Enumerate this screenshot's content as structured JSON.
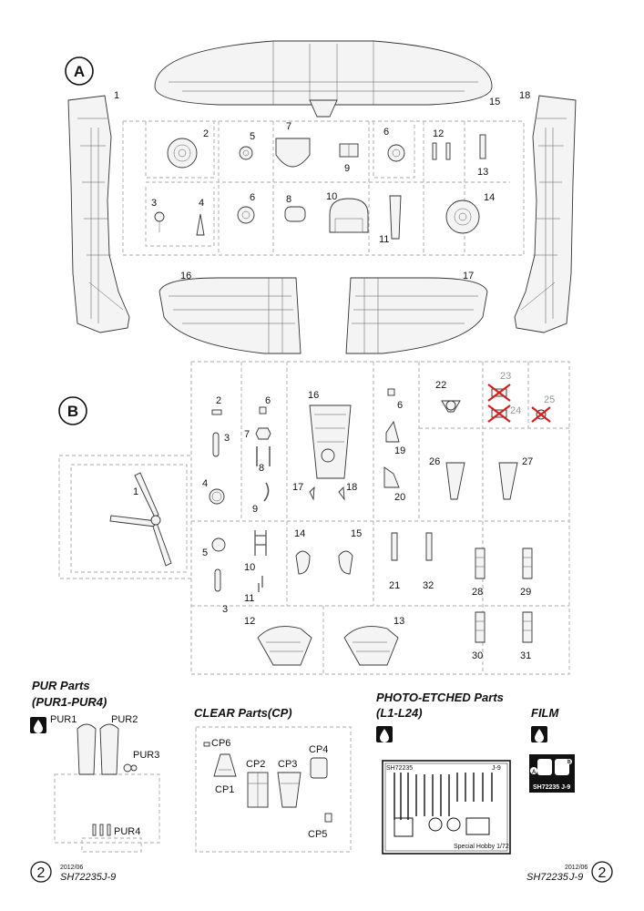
{
  "sprue_a": {
    "letter": "A",
    "labels": [
      "1",
      "2",
      "3",
      "4",
      "5",
      "6",
      "6",
      "7",
      "8",
      "9",
      "10",
      "11",
      "12",
      "13",
      "14",
      "15",
      "16",
      "17",
      "18"
    ]
  },
  "sprue_b": {
    "letter": "B",
    "labels": [
      "1",
      "2",
      "3",
      "3",
      "4",
      "5",
      "6",
      "6",
      "7",
      "8",
      "9",
      "10",
      "11",
      "12",
      "13",
      "14",
      "15",
      "16",
      "17",
      "18",
      "19",
      "20",
      "21",
      "22",
      "23",
      "24",
      "25",
      "26",
      "27",
      "28",
      "29",
      "30",
      "31",
      "32"
    ]
  },
  "pur": {
    "title": "PUR Parts",
    "subtitle": "(PUR1-PUR4)",
    "labels": [
      "PUR1",
      "PUR2",
      "PUR3",
      "PUR4"
    ]
  },
  "clear": {
    "title": "CLEAR Parts(CP)",
    "labels": [
      "CP6",
      "CP1",
      "CP2",
      "CP3",
      "CP4",
      "CP5"
    ]
  },
  "photo": {
    "title": "PHOTO-ETCHED Parts",
    "subtitle": "(L1-L24)",
    "fret_code": "SH72235",
    "fret_id": "J-9",
    "fret_brand": "Special Hobby 1/72"
  },
  "film": {
    "title": "FILM",
    "code": "SH72235 J-9",
    "marks": [
      "A",
      "B"
    ]
  },
  "footer": {
    "page_number": "2",
    "date": "2012/06",
    "code": "SH72235",
    "sheet": "J-9"
  }
}
